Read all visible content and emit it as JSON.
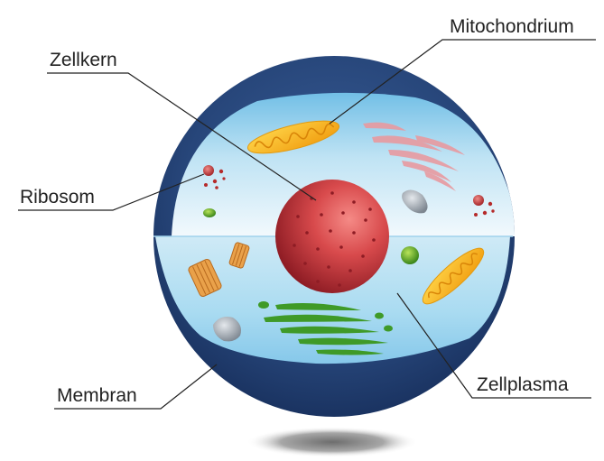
{
  "labels": {
    "mitochondrium": "Mitochondrium",
    "zellkern": "Zellkern",
    "ribosom": "Ribosom",
    "membran": "Membran",
    "zellplasma": "Zellplasma"
  },
  "colors": {
    "membrane_dark": "#22406f",
    "membrane_light": "#3a5f99",
    "cytoplasm_light": "#e9f6fc",
    "cytoplasm_blue": "#8fcbea",
    "nucleus": "#b3242c",
    "nucleus_light": "#f27a78",
    "mitochondrion": "#f5b316",
    "golgi": "#3f9a28",
    "er": "#e89aa0",
    "ribosome": "#b52a2a",
    "vacuole": "#9aa3ab",
    "centriole": "#d9872c",
    "shadow": "#6b6b6b"
  }
}
